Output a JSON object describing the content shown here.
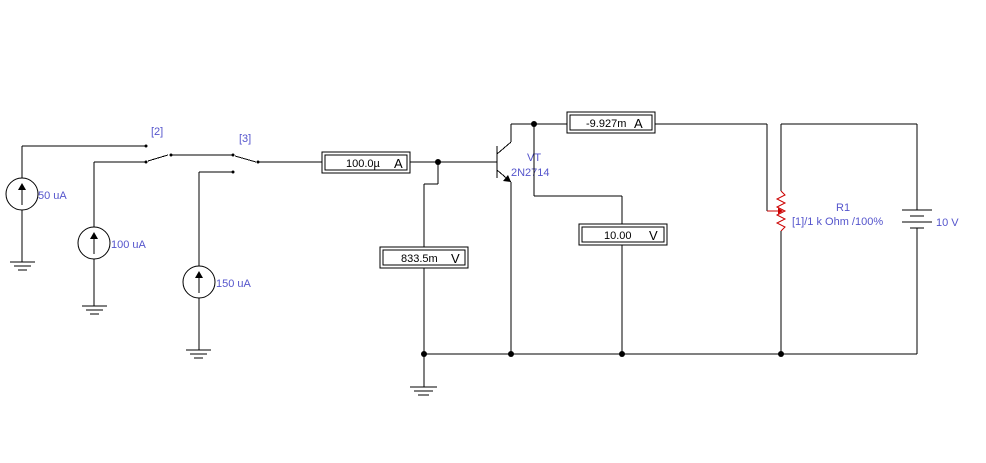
{
  "switches": {
    "s1_label": "[2]",
    "s2_label": "[3]"
  },
  "sources": {
    "i1": "50 uA",
    "i2": "100 uA",
    "i3": "150 uA"
  },
  "transistor": {
    "ref": "VT",
    "model": "2N2714"
  },
  "meters": {
    "base_current_value": "100.0µ",
    "base_current_unit": "A",
    "base_voltage_value": "833.5m",
    "base_voltage_unit": "V",
    "collector_current_value": "-9.927m",
    "collector_current_unit": "A",
    "collector_voltage_value": "10.00",
    "collector_voltage_unit": "V"
  },
  "potentiometer": {
    "ref": "R1",
    "value": "[1]/1 k Ohm /100%"
  },
  "battery": {
    "value": "10 V"
  },
  "colors": {
    "label": "#5555cc",
    "potentiometer": "#cc0000",
    "wire": "#000000"
  }
}
